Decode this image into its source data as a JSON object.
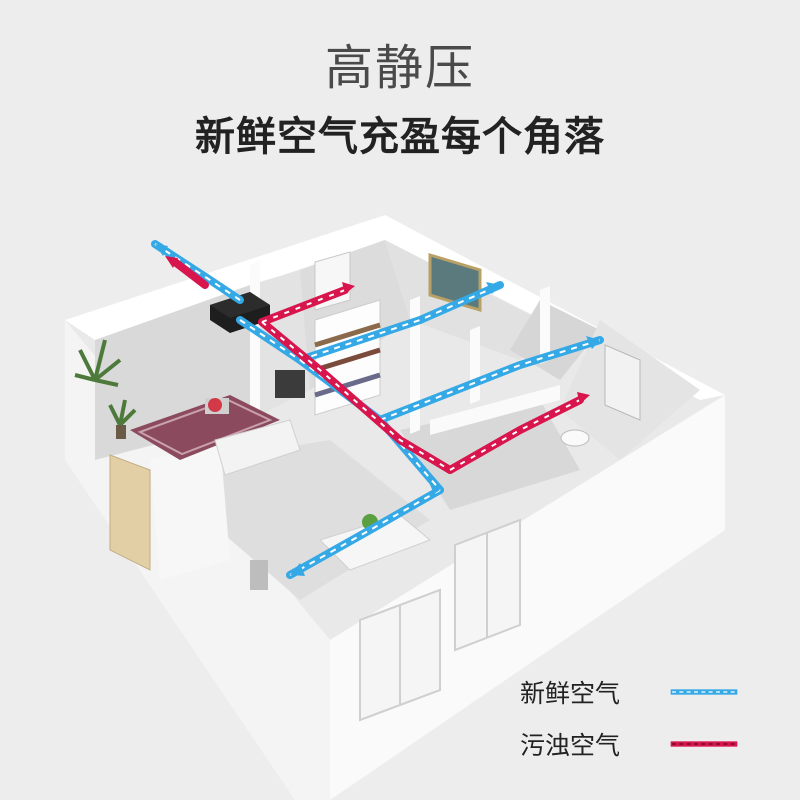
{
  "header": {
    "subtitle": "高静压",
    "headline": "新鲜空气充盈每个角落"
  },
  "legend": {
    "fresh_label": "新鲜空气",
    "stale_label": "污浊空气"
  },
  "colors": {
    "fresh_air": "#35a9e6",
    "stale_air": "#d8154c",
    "background": "#ededed"
  }
}
